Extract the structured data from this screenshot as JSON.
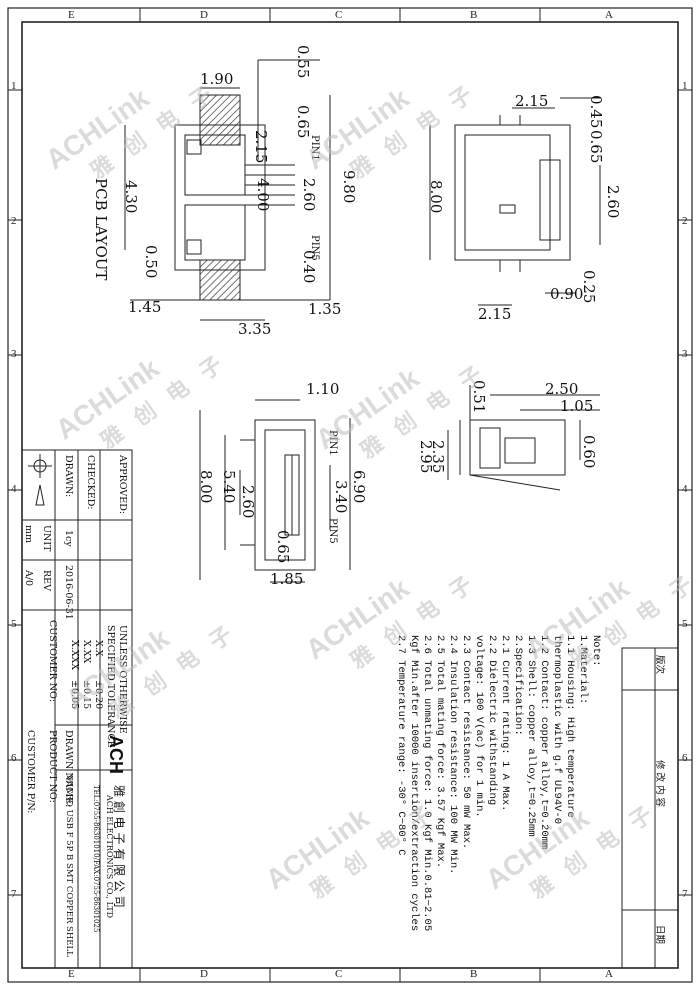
{
  "border": {
    "top_letters": [
      "E",
      "D",
      "C",
      "B",
      "A"
    ],
    "bottom_letters": [
      "E",
      "D",
      "C",
      "B",
      "A"
    ],
    "side_numbers": [
      "1",
      "2",
      "3",
      "4",
      "5",
      "6",
      "7"
    ]
  },
  "view_top": {
    "title": "PCB LAYOUT",
    "pin1": "PIN1",
    "pin5": "PIN5",
    "dims": [
      "1.90",
      "0.55",
      "0.65",
      "2.15",
      "4.30",
      "4.00",
      "2.60",
      "9.80",
      "0.50",
      "0.40",
      "1.45",
      "1.35",
      "3.35"
    ]
  },
  "view_side_top": {
    "dims": [
      "2.15",
      "0.45",
      "0.65",
      "8.00",
      "2.60",
      "0.25",
      "0.90",
      "2.15"
    ]
  },
  "view_front": {
    "pin1": "PIN1",
    "pin5": "PIN5",
    "dims": [
      "1.10",
      "8.00",
      "5.40",
      "2.60",
      "0.65",
      "6.90",
      "3.40",
      "1.85"
    ]
  },
  "view_side": {
    "dims": [
      "0.51",
      "2.50",
      "1.05",
      "0.60",
      "2.35",
      "2.95"
    ]
  },
  "notes": [
    "Note:",
    "1.Material:",
    "  1.1 Housing: High temperature",
    "      thermoplastic with g.f UL94V-0",
    "  1.2 Contact: copper alloy,t=0.20mm",
    "  1.3 Shell: copper alloy,t=0.25mm",
    "2.Specification:",
    "  2.1 Current rating: 1 A Max.",
    "  2.2 Dielectric withstanding",
    "      voltage: 100 V(ac) for 1 min.",
    "  2.3 Contact resistance: 50 mW Max.",
    "  2.4 Insulation resistance: 100 MW Min.",
    "  2.5 Total mating force: 3.57 Kgf Max.",
    "  2.6 Total unmating force: 1.0 Kgf Min.0.81~2.05",
    "  Kgf Min.after 10000 insertion/extraction cycles",
    "  2.7 Temperature range: -30° C~80° C"
  ],
  "revision_block": {
    "header_version": "版次",
    "header_content": "修 改 内 容",
    "header_date": "日期"
  },
  "title_block": {
    "approved": "APPROVED:",
    "checked": "CHECKED:",
    "drawn": "DRAWN:",
    "drawn_value": "1cy",
    "date": "2016-06-31",
    "unit": "UNIT",
    "unit_value": "mm",
    "rev": "REV",
    "rev_value": "A/0",
    "tolerance_head": "UNLESS OTHERWISE",
    "tolerance_head2": "SPECIFIED TOLERANCE",
    "tol_rows": [
      {
        "fmt": "X.X",
        "val": "±0.20"
      },
      {
        "fmt": "X.XX",
        "val": "±0.15"
      },
      {
        "fmt": "X.XXX",
        "val": "±0.05"
      }
    ],
    "customer_no": "CUSTOMER NO:",
    "customer_pn": "CUSTOMER P/N:",
    "drawn_name": "DRAWN NAME:",
    "product_no": "PRODUCT NO:",
    "logo": "ACH",
    "company_cn": "雅 創 电 子 有 限 公 司",
    "company_en": "ACH ELECTRONICS CO., LTD",
    "contact": "TEL:0755-86301010/FAX:0755-86301025",
    "product_name": "MICRO USB F 5P B SMT COPPER SHELL"
  },
  "watermark": {
    "brand": "ACHLink",
    "cn": "雅 创 电 子"
  }
}
